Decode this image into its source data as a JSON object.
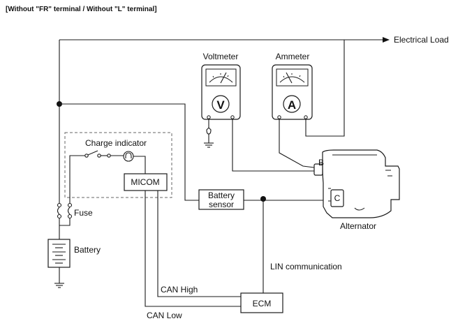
{
  "header": {
    "title": "[Without \"FR\" terminal / Without \"L\" terminal]"
  },
  "labels": {
    "electrical_load": "Electrical Load",
    "voltmeter": "Voltmeter",
    "ammeter": "Ammeter",
    "voltmeter_symbol": "V",
    "ammeter_symbol": "A",
    "charge_indicator": "Charge indicator",
    "micom": "MICOM",
    "battery_sensor_line1": "Battery",
    "battery_sensor_line2": "sensor",
    "fuse": "Fuse",
    "battery": "Battery",
    "alternator": "Alternator",
    "terminal_b": "B",
    "terminal_c": "C",
    "lin_communication": "LIN communication",
    "can_high": "CAN High",
    "can_low": "CAN Low",
    "ecm": "ECM"
  },
  "icons": [
    "voltmeter-icon",
    "ammeter-icon",
    "battery-icon",
    "ground-icon",
    "fuse-icon",
    "lamp-icon",
    "alternator-icon",
    "arrow-right-icon"
  ]
}
